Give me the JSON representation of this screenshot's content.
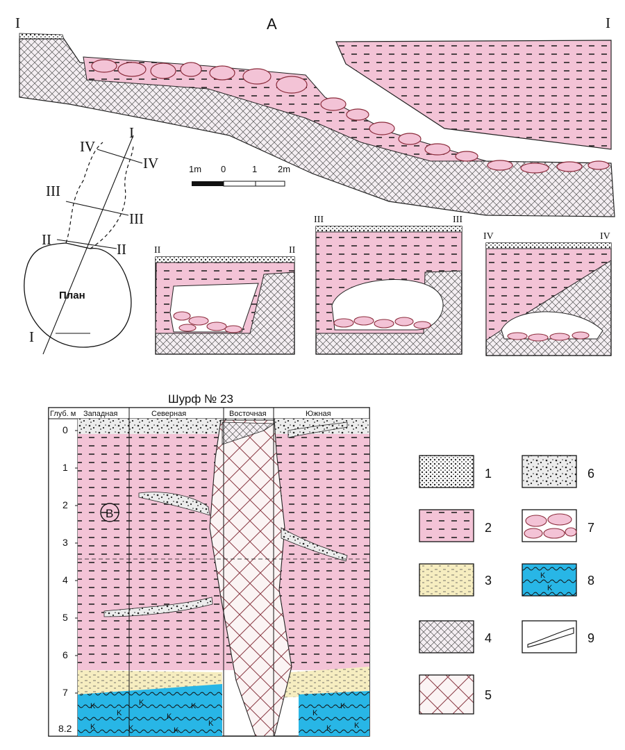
{
  "top_section": {
    "label": "A",
    "profile_left": "I",
    "profile_right": "I",
    "plan_label": "План",
    "plan_lines": [
      "I",
      "I",
      "II",
      "II",
      "III",
      "III",
      "IV",
      "IV"
    ],
    "scale": [
      "1m",
      "0",
      "1",
      "2m"
    ],
    "sections": [
      {
        "left": "II",
        "right": "II"
      },
      {
        "left": "III",
        "right": "III"
      },
      {
        "left": "IV",
        "right": "IV"
      }
    ]
  },
  "shaft": {
    "title": "Шурф № 23",
    "depth_header": "Глуб. м",
    "walls": [
      "Западная",
      "Северная",
      "Восточная",
      "Южная"
    ],
    "depths": [
      "0",
      "1",
      "2",
      "3",
      "4",
      "5",
      "6",
      "7",
      "8.2"
    ],
    "marker": "B"
  },
  "legend": [
    {
      "num": "1"
    },
    {
      "num": "2"
    },
    {
      "num": "3"
    },
    {
      "num": "4"
    },
    {
      "num": "5"
    },
    {
      "num": "6"
    },
    {
      "num": "7"
    },
    {
      "num": "8",
      "glyph": "K"
    },
    {
      "num": "9"
    }
  ],
  "colors": {
    "loam": "#f3c3d6",
    "sand": "#f6edc0",
    "limestone": "#28b6e6",
    "rock_edge": "#8a2a3a"
  }
}
